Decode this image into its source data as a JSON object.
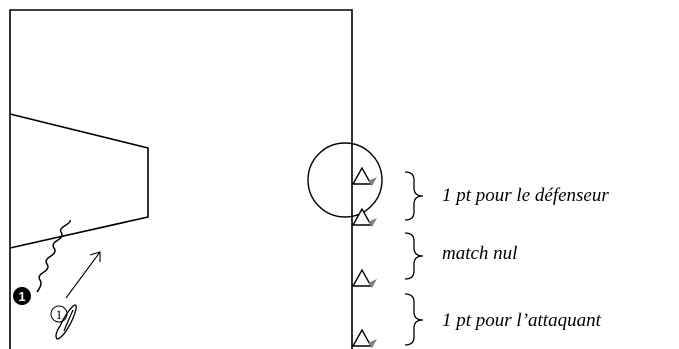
{
  "zones": {
    "defender": "1 pt pour le défenseur",
    "draw": "match nul",
    "attacker": "1 pt pour l’attaquant"
  },
  "player": {
    "number": "1"
  },
  "colors": {
    "ink": "#000000",
    "background": "#ffffff",
    "cone_shadow": "#808080"
  }
}
